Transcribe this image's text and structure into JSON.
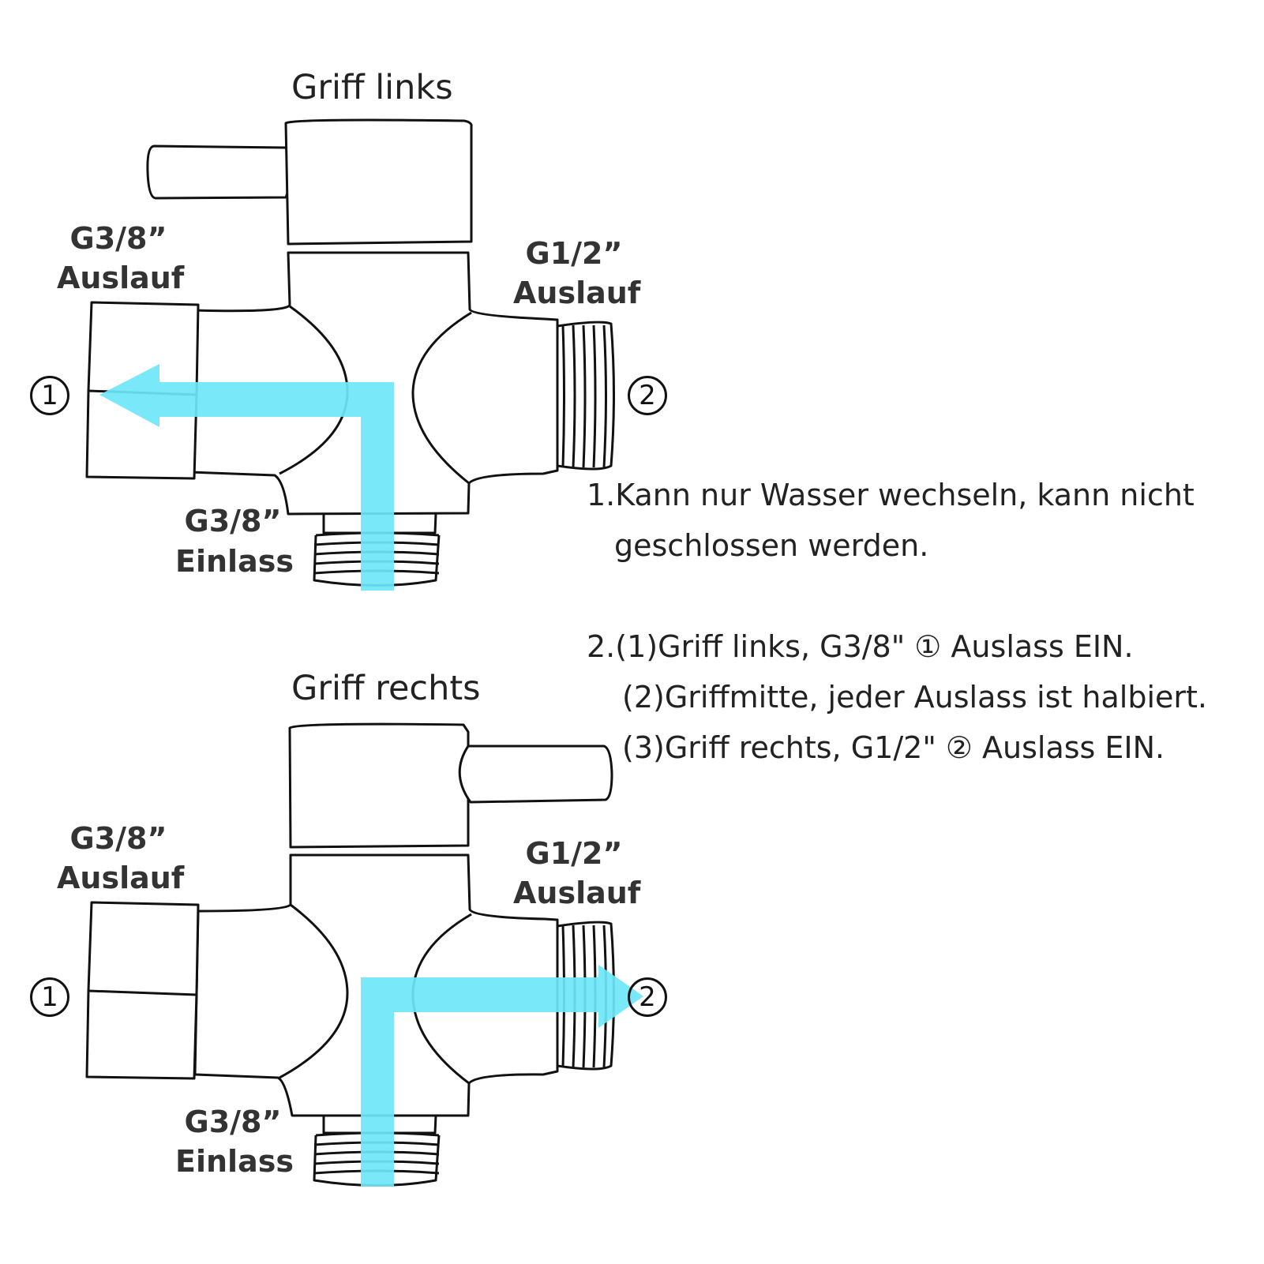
{
  "diagrams": [
    {
      "title": "Griff links",
      "left_port": {
        "size": "G3/8”",
        "name": "Auslauf",
        "number": "1"
      },
      "right_port": {
        "size": "G1/2”",
        "name": "Auslauf",
        "number": "2"
      },
      "inlet": {
        "size": "G3/8”",
        "name": "Einlass"
      }
    },
    {
      "title": "Griff rechts",
      "left_port": {
        "size": "G3/8”",
        "name": "Auslauf",
        "number": "1"
      },
      "right_port": {
        "size": "G1/2”",
        "name": "Auslauf",
        "number": "2"
      },
      "inlet": {
        "size": "G3/8”",
        "name": "Einlass"
      }
    }
  ],
  "notes": {
    "n1_line1": "1.Kann nur Wasser wechseln, kann nicht",
    "n1_line2": "geschlossen werden.",
    "n2_line1": "2.(1)Griff links, G3/8\" ① Auslass EIN.",
    "n2_line2": "(2)Griffmitte, jeder Auslass ist halbiert.",
    "n2_line3": "(3)Griff rechts, G1/2\" ② Auslass EIN."
  },
  "colors": {
    "flow": "#6ee6f8",
    "line": "#111111"
  }
}
